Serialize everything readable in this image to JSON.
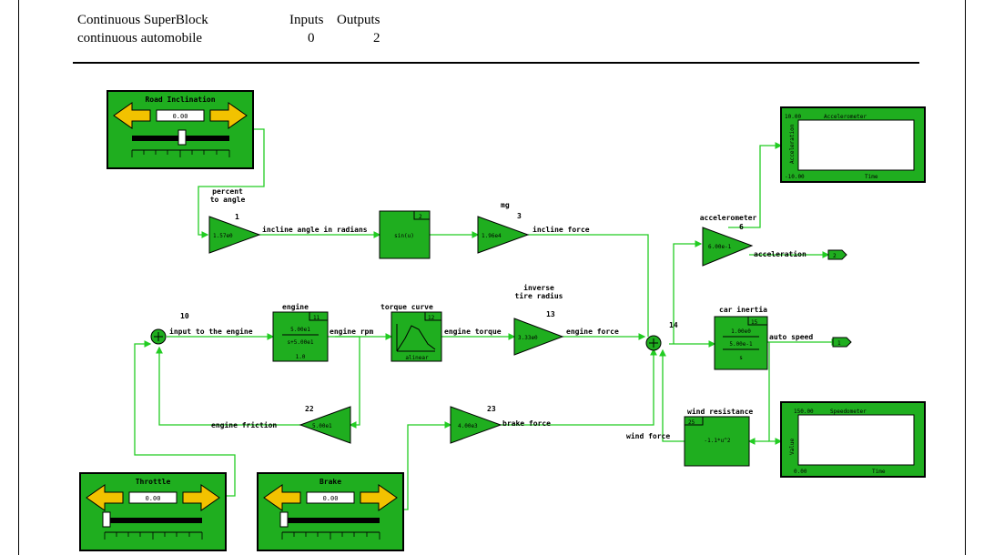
{
  "header": {
    "superblock_type": "Continuous SuperBlock",
    "superblock_name": "continuous automobile",
    "inputs_label": "Inputs",
    "outputs_label": "Outputs",
    "inputs_value": "0",
    "outputs_value": "2"
  },
  "panels": {
    "road": {
      "title": "Road Inclination",
      "value": "0.00"
    },
    "throttle": {
      "title": "Throttle",
      "value": "0.00"
    },
    "brake": {
      "title": "Brake",
      "value": "0.00"
    }
  },
  "scopes": {
    "accel": {
      "ymax": "10.00",
      "ymin": "-10.00",
      "title": "Accelerometer",
      "ylabel": "Acceleration",
      "xlabel": "Time"
    },
    "speed": {
      "ymax": "150.00",
      "ymin": "0.00",
      "title": "Speedometer",
      "ylabel": "Value",
      "xlabel": "Time"
    }
  },
  "blocks": {
    "pct_angle": {
      "label": "percent\nto angle",
      "id": "1",
      "value": "1.57e0"
    },
    "sin": {
      "id": "2",
      "value": "sin(u)"
    },
    "mg": {
      "label": "mg",
      "id": "3",
      "value": "1.96e4"
    },
    "accelerometer": {
      "label": "accelerometer",
      "id": "6",
      "value": "6.00e-1"
    },
    "sum10": {
      "id": "10"
    },
    "engine": {
      "label": "engine",
      "id": "11",
      "num": "5.00e1",
      "den": "s+5.00e1",
      "tail": "1.0"
    },
    "torque": {
      "label": "torque curve",
      "id": "12",
      "foot": "alinear"
    },
    "inv_tire": {
      "label": "inverse\ntire radius",
      "id": "13",
      "value": "3.33e0"
    },
    "sum14": {
      "id": "14"
    },
    "inertia": {
      "label": "car inertia",
      "id": "15",
      "num": "1.00e0",
      "mid": "5.00e-1",
      "den": "s"
    },
    "friction": {
      "id": "22",
      "value": "5.00e1"
    },
    "brake_gain": {
      "id": "23",
      "value": "4.00e3"
    },
    "wind": {
      "label": "wind resistance",
      "id": "25",
      "value": "-1.1*u^2"
    }
  },
  "signals": {
    "incline_angle": "incline angle in radians",
    "incline_force": "incline force",
    "acceleration": "acceleration",
    "input_engine": "input to the engine",
    "engine_rpm": "engine rpm",
    "engine_torque": "engine torque",
    "engine_force": "engine force",
    "auto_speed": "auto speed",
    "engine_friction": "engine friction",
    "brake_force": "brake force",
    "wind_force": "wind force"
  },
  "outports": {
    "out2": "2",
    "out1": "1"
  },
  "colors": {
    "block": "#1fae1f",
    "wire": "#22cc22",
    "arrow": "#f2c200",
    "scope_bg": "#ffffff"
  }
}
